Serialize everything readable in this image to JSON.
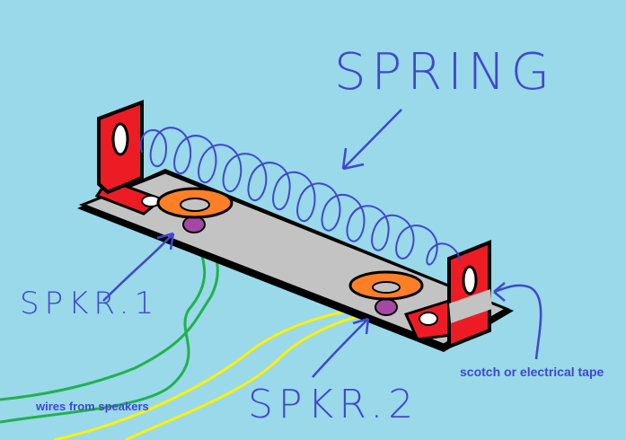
{
  "labels": {
    "spring": "SPRING",
    "speaker_1": "SPKR.1",
    "speaker_2": "SPKR.2",
    "tape": "scotch or electrical tape",
    "wires": "wires from speakers"
  },
  "colors": {
    "background": "#99d9ea",
    "annotation": "#3f48cc",
    "bracket": "#ed1c24",
    "plate": "#c3c3c3",
    "speaker_cone": "#ff7f27",
    "magnet": "#a349a4",
    "wire_1": "#22b14c",
    "wire_2": "#fff200"
  }
}
